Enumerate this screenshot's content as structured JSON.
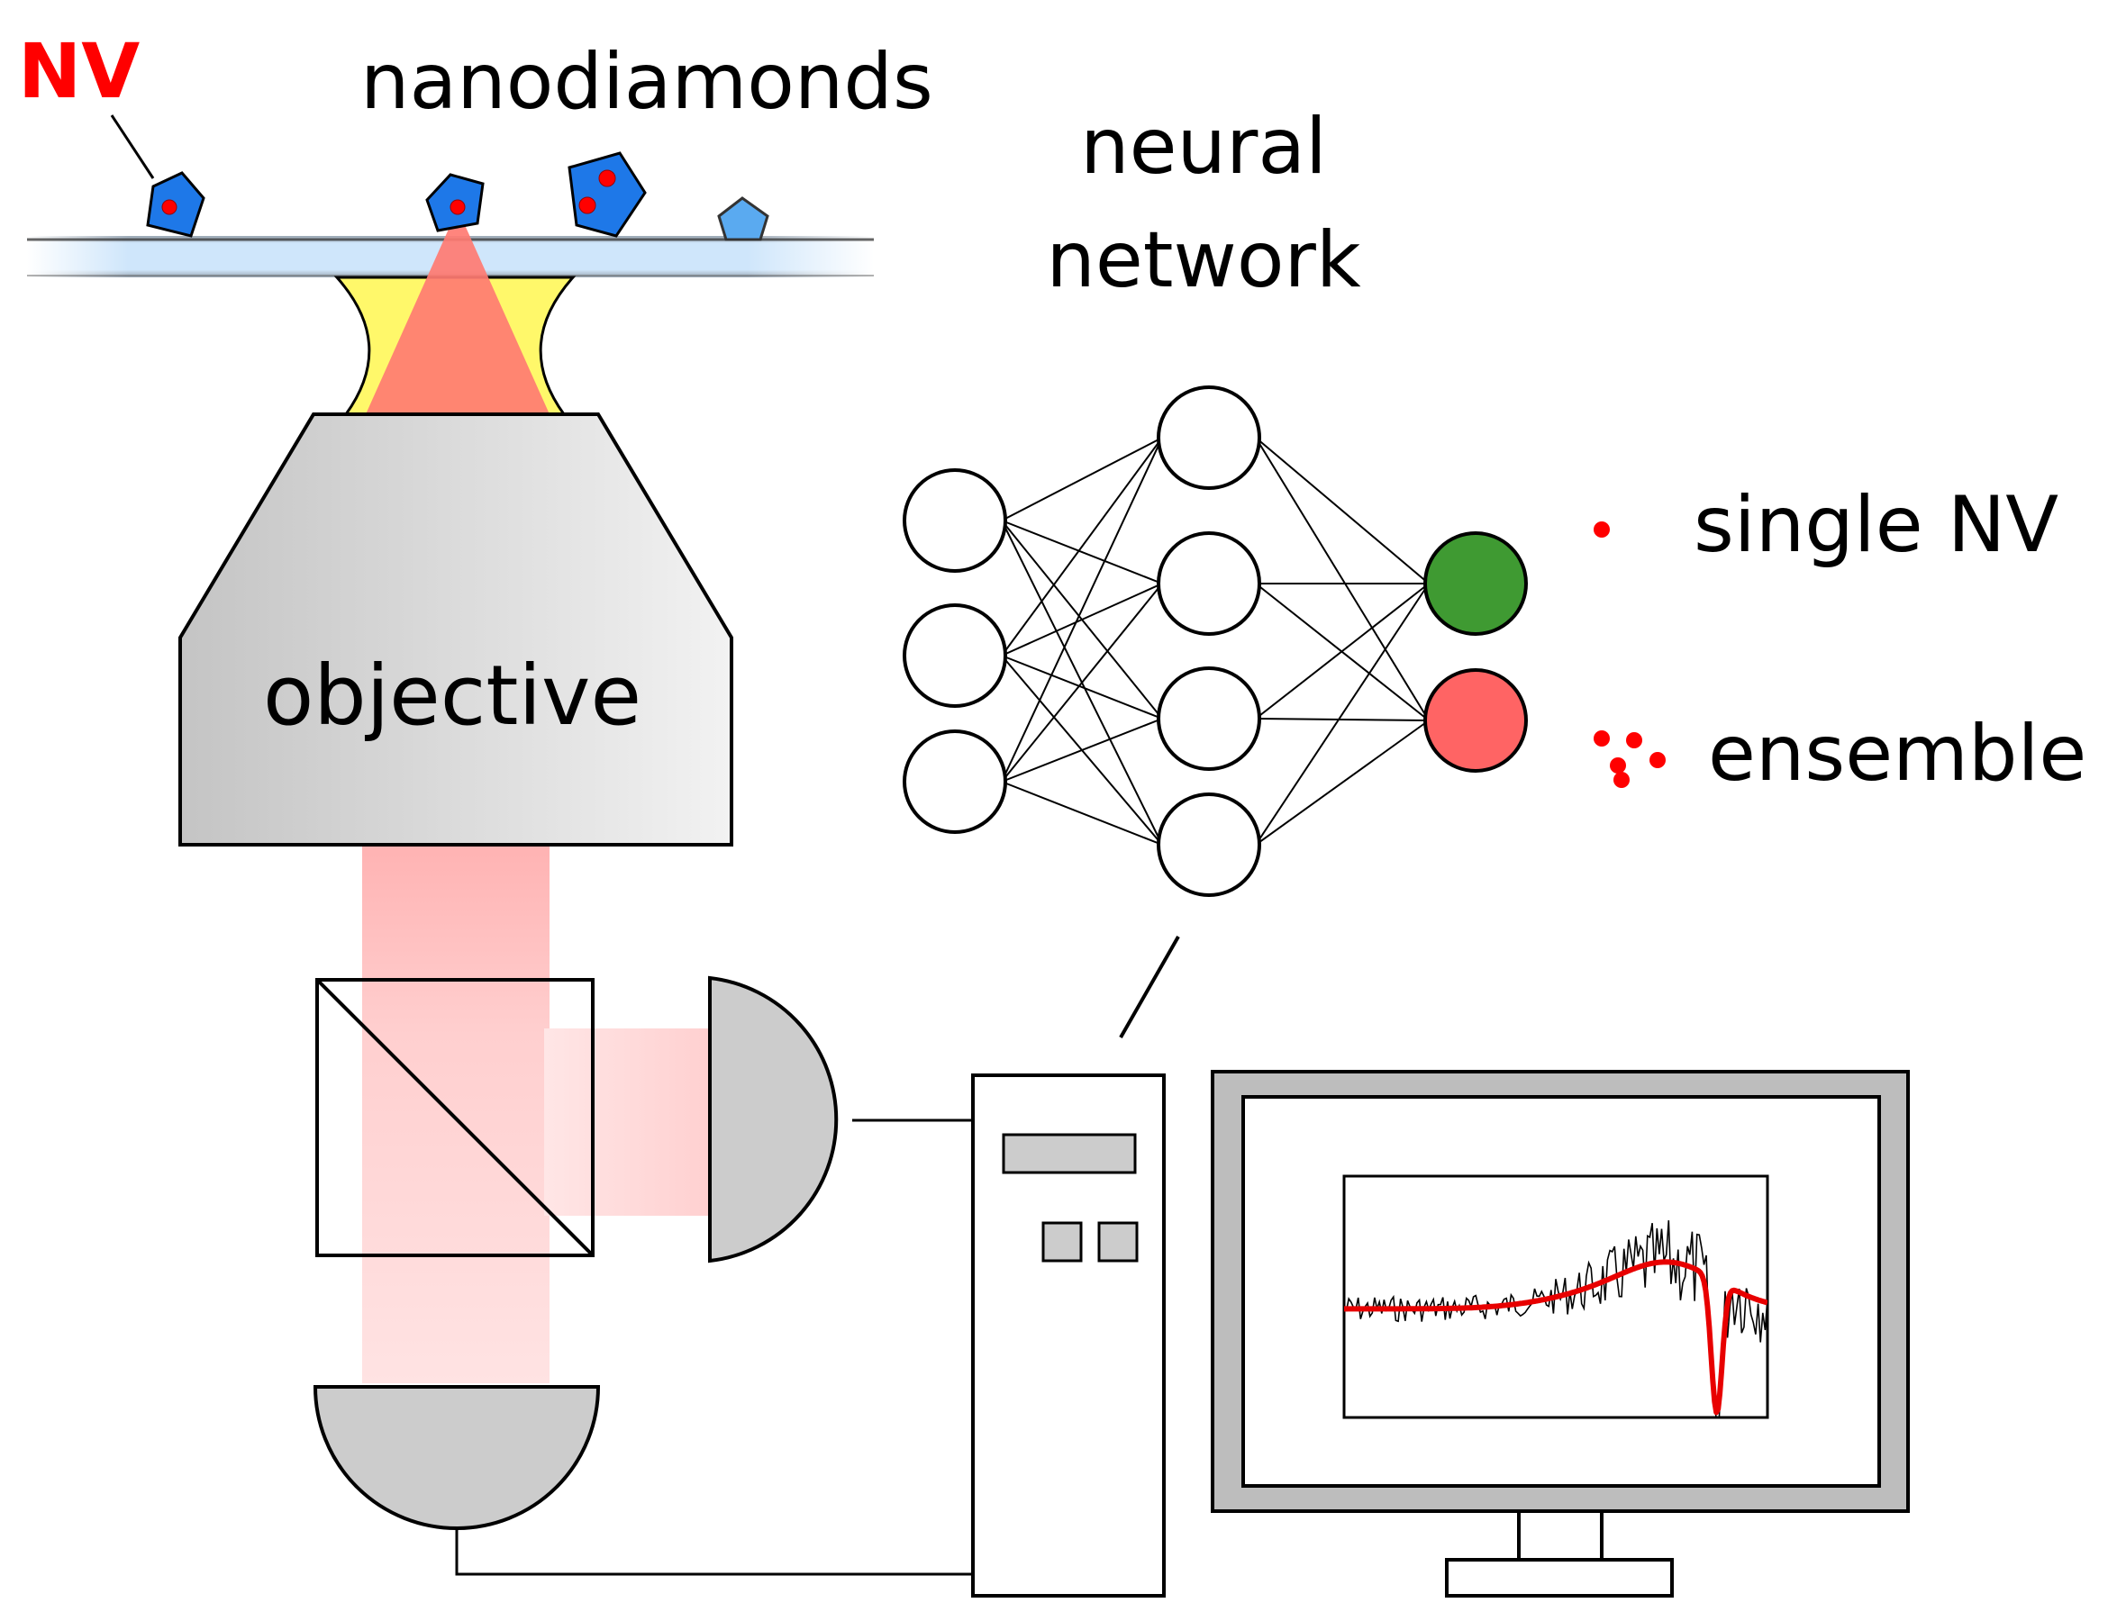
{
  "labels": {
    "nv": "NV",
    "nanodiamonds": "nanodiamonds",
    "neural_network_line1": "neural",
    "neural_network_line2": "network",
    "objective": "objective",
    "single_nv": "single NV",
    "ensemble": "ensemble"
  },
  "colors": {
    "nv_label": "#ff0000",
    "nv_center": "#ff0000",
    "diamond_fill": "#1e78e8",
    "diamond_small_fill": "#5aaaf0",
    "substrate": "#cfe6fb",
    "immersion_oil": "#fff86a",
    "laser_cone": "#ff7b72",
    "laser_beam": "#ffb3b3",
    "objective_dark": "#c4c4c4",
    "objective_light": "#f2f2f2",
    "detector_fill": "#cccccc",
    "output_single": "#3f9a32",
    "output_ensemble": "#ff6464",
    "spectrum_noise": "#000000",
    "spectrum_fit": "#e80000",
    "monitor_frame": "#bdbdbd"
  },
  "network": {
    "layers": [
      3,
      4,
      2
    ],
    "outputs": [
      "single NV",
      "ensemble"
    ]
  },
  "spectrum": {
    "dip_position": 0.88,
    "dip_depth": 0.55
  }
}
